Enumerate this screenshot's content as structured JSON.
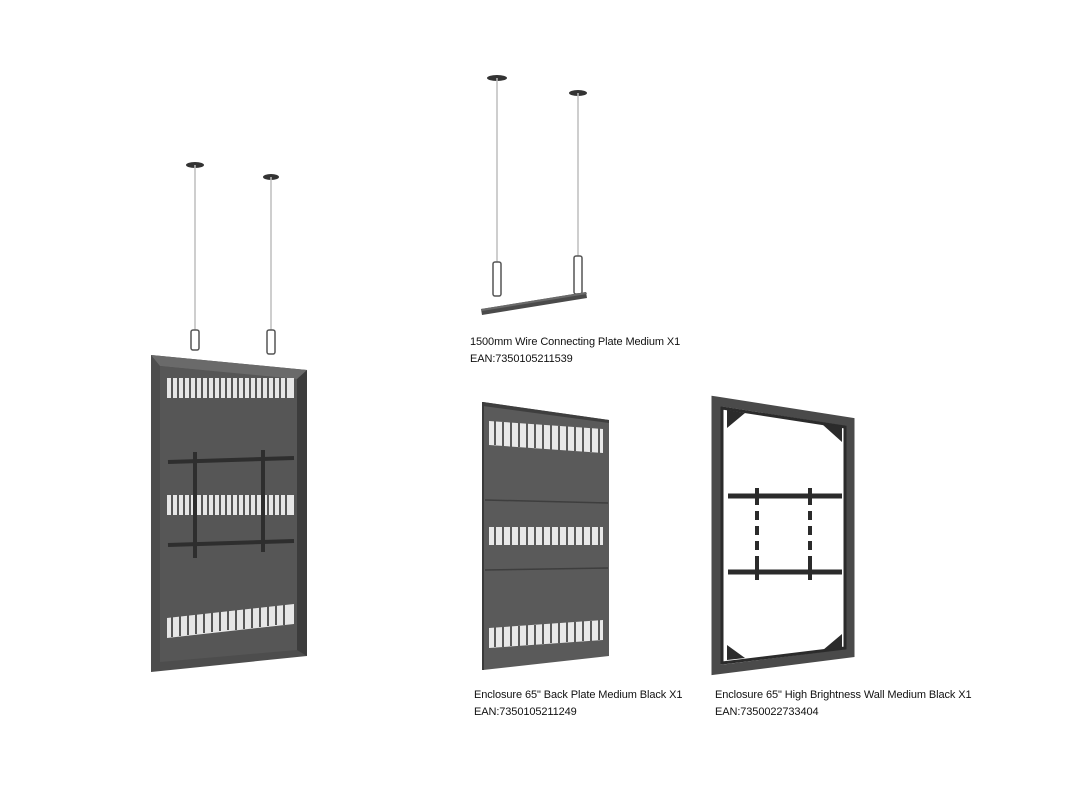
{
  "products": [
    {
      "name": "1500mm Wire Connecting Plate Medium X1",
      "ean": "EAN:7350105211539"
    },
    {
      "name": "Enclosure 65\" Back Plate Medium Black X1",
      "ean": "EAN:7350105211249"
    },
    {
      "name": "Enclosure 65\" High Brightness Wall Medium Black X1",
      "ean": "EAN:7350022733404"
    }
  ],
  "colors": {
    "metal_dark": "#4a4a4a",
    "metal_mid": "#5e5e5e",
    "frame_black": "#2e2e2e",
    "wire": "#bdbdbd",
    "vent_slot": "#e8e8e8"
  }
}
